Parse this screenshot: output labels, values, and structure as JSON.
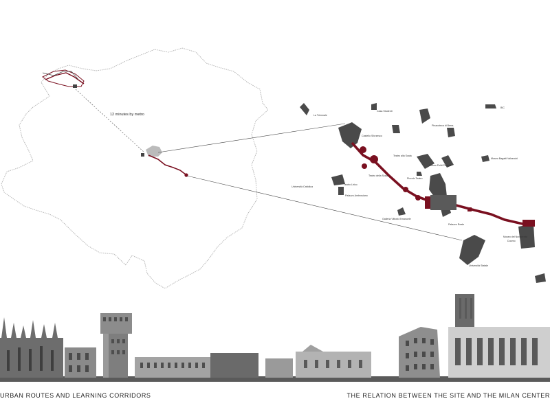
{
  "map": {
    "metro_label": "12 minutes by metro",
    "route_color": "#7a1020",
    "building_color": "#4a4a4a",
    "labels": [
      "La Triennale",
      "Castello Sforzesco",
      "Casa Studenti",
      "Piccolo Teatro",
      "Teatro alla Scala",
      "Pinacoteca di Brera",
      "Museo Poldi Pezzoli",
      "Museo Bagatti Valsecchi",
      "Università Cattolica",
      "Teatro Lirico",
      "Galleria Vittorio Emanuele",
      "Palazzo Reale",
      "Museo del Novecento",
      "Duomo",
      "Università Statale",
      "Palazzo Ambrosiano",
      "BIC",
      "Teatro della Scala"
    ]
  },
  "footer": {
    "left": "URBAN ROUTES AND LEARNING CORRIDORS",
    "right": "THE RELATION BETWEEN  THE SITE AND THE MILAN CENTER"
  }
}
